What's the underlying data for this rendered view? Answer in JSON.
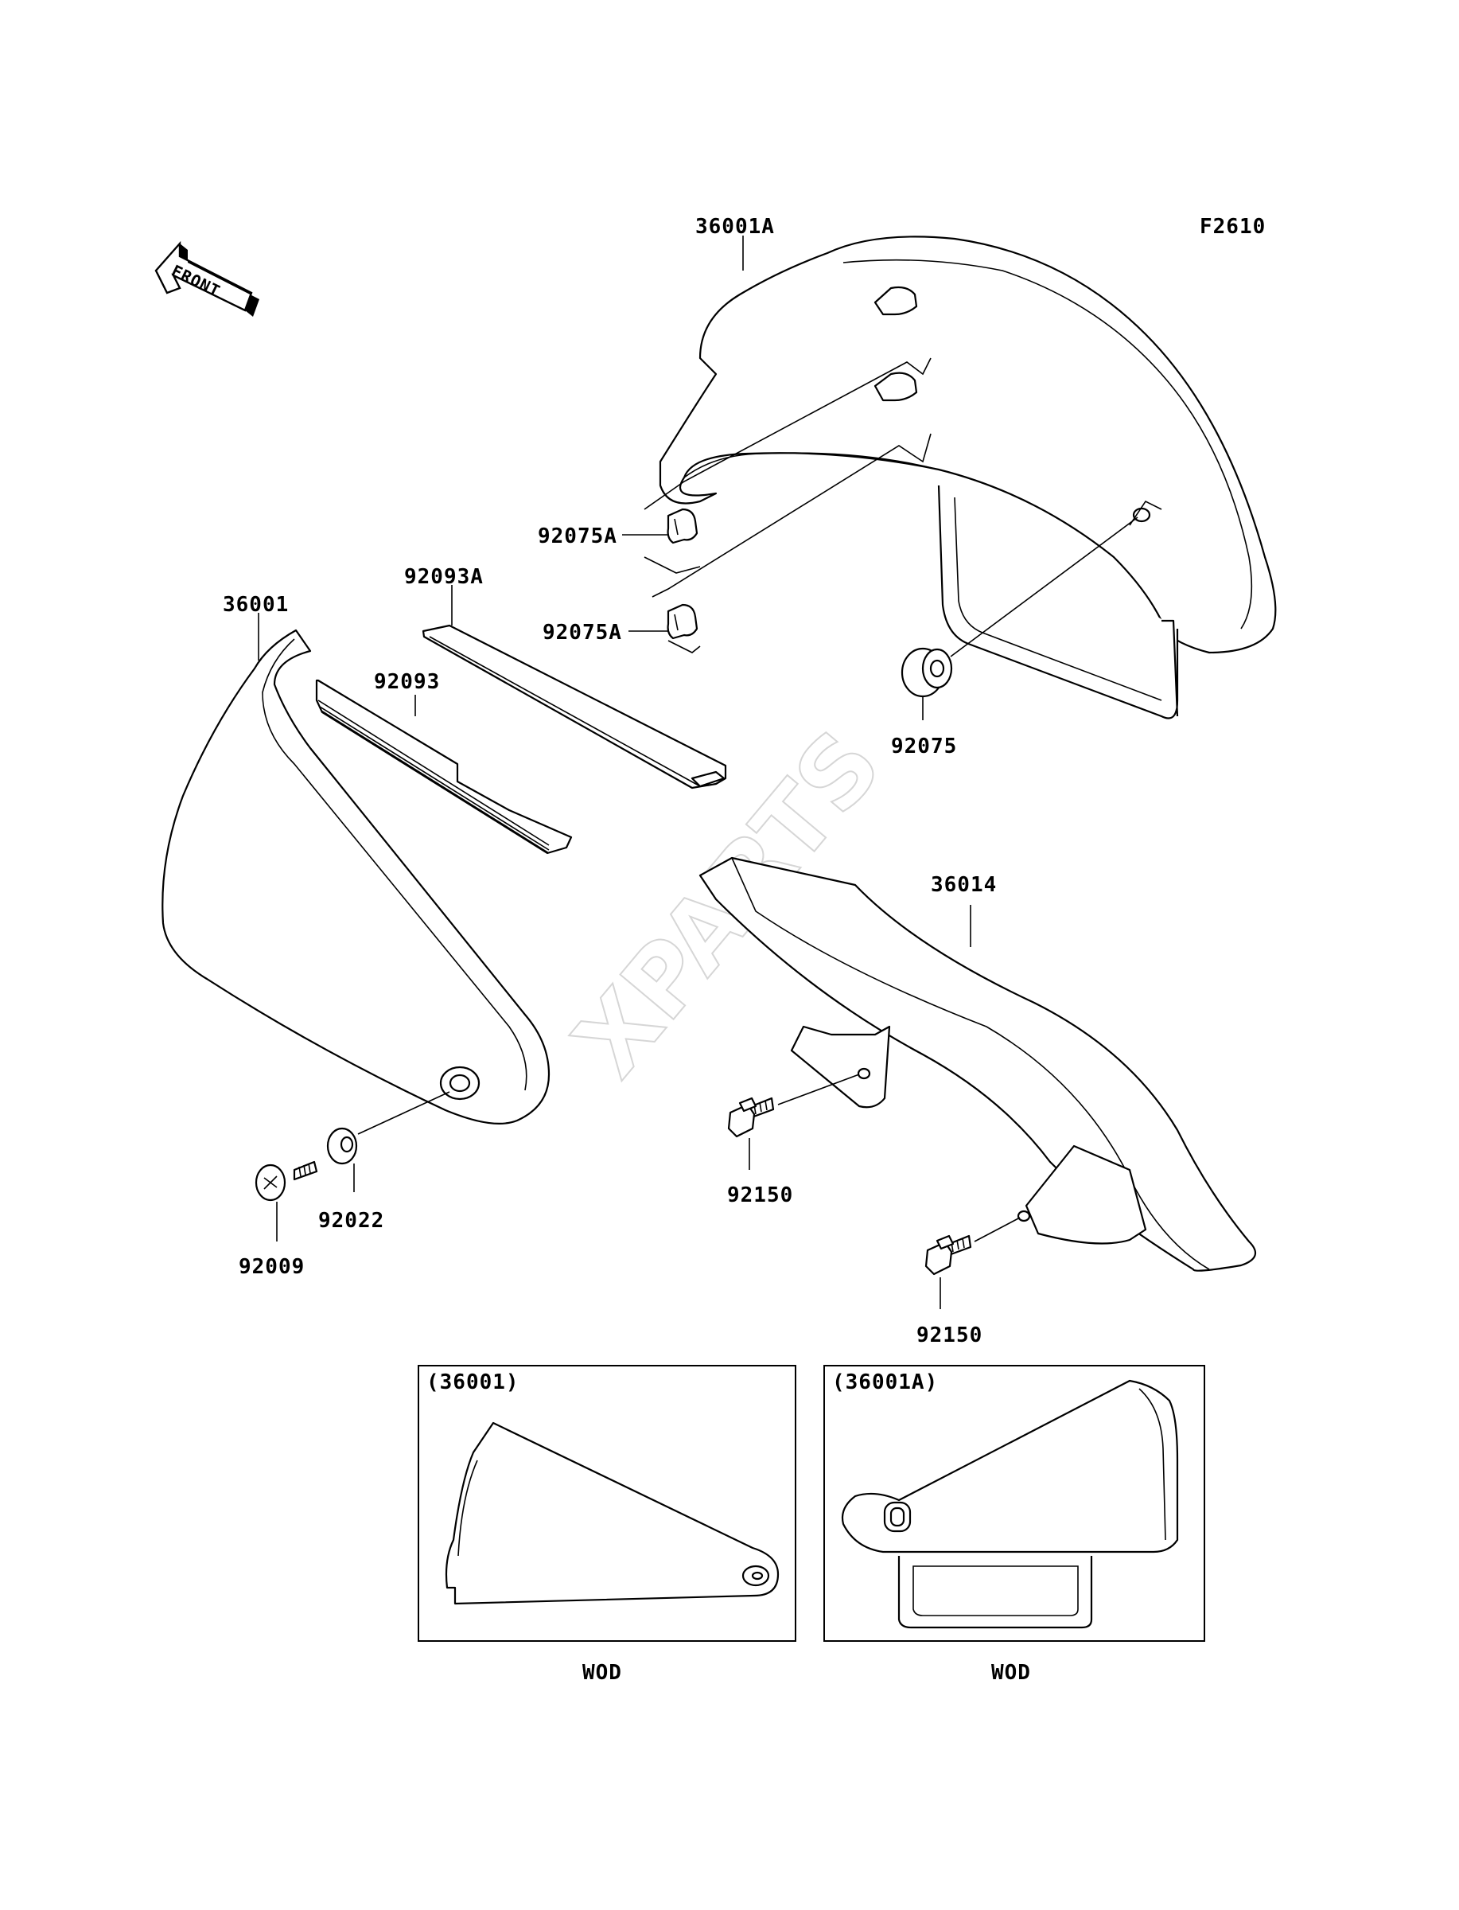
{
  "figure_code": "F2610",
  "front_label": "FRONT",
  "watermark": "XPARTS",
  "parts": {
    "p36001A": "36001A",
    "p36001": "36001",
    "p92075A_1": "92075A",
    "p92075A_2": "92075A",
    "p92093A": "92093A",
    "p92093": "92093",
    "p92075": "92075",
    "p36014": "36014",
    "p92150_1": "92150",
    "p92150_2": "92150",
    "p92022": "92022",
    "p92009": "92009"
  },
  "insets": [
    {
      "ref": "(36001)",
      "caption": "WOD"
    },
    {
      "ref": "(36001A)",
      "caption": "WOD"
    }
  ]
}
